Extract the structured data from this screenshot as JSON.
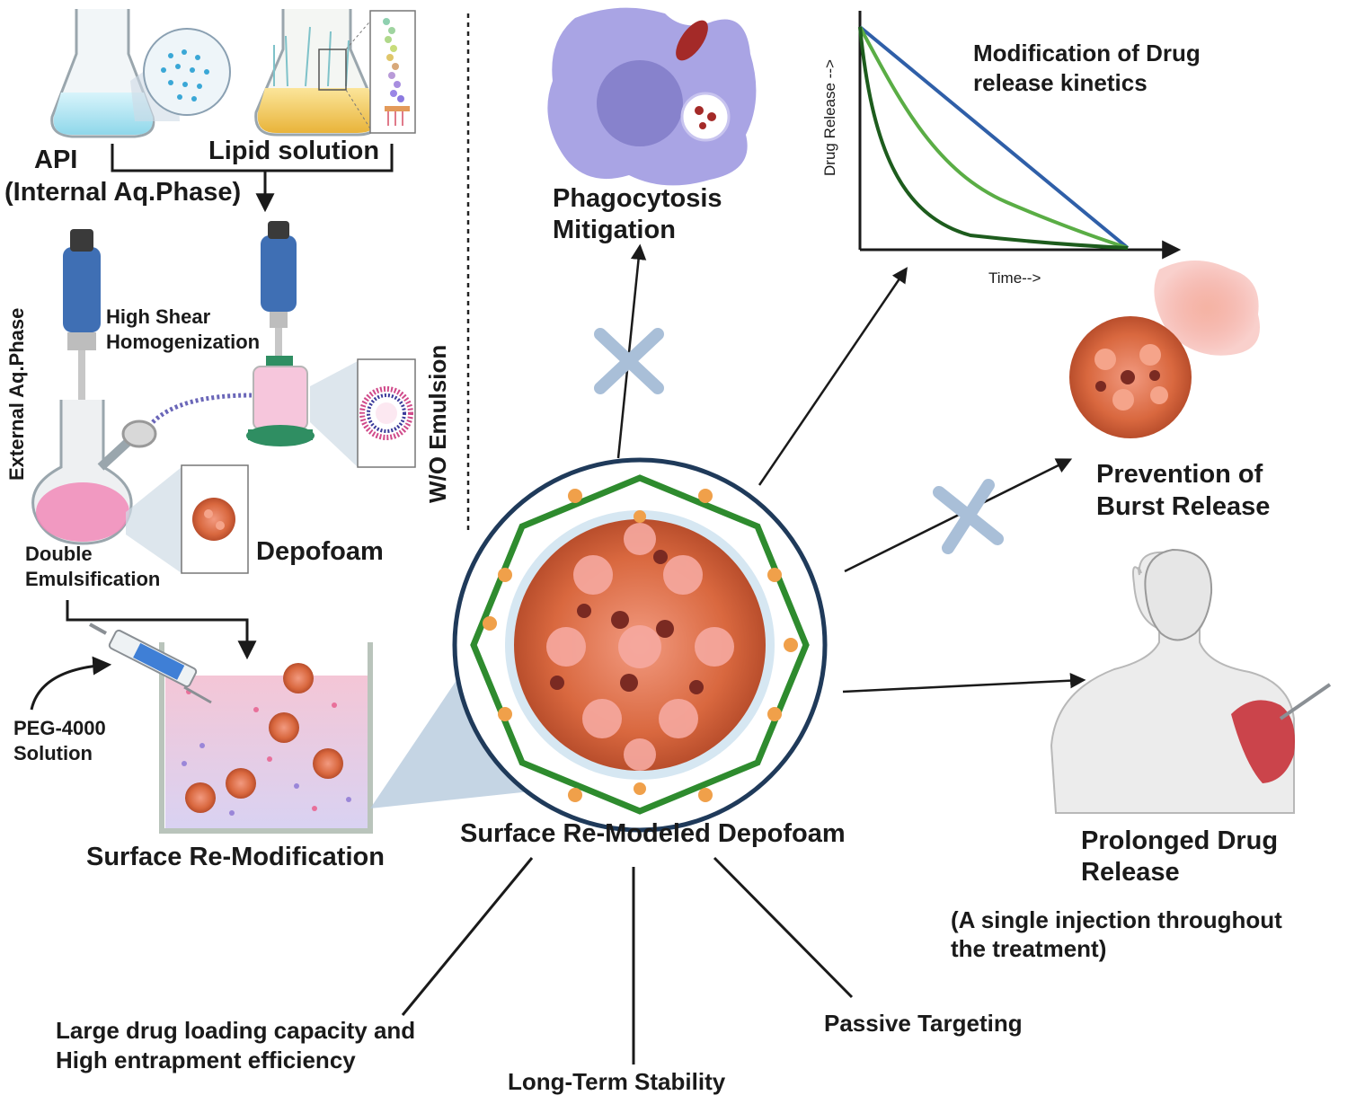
{
  "labels": {
    "api": "API",
    "internal_phase": "(Internal Aq.Phase)",
    "lipid_solution": "Lipid solution",
    "external_phase": "External Aq.Phase",
    "high_shear_line1": "High Shear",
    "high_shear_line2": "Homogenization",
    "wo_emulsion": "W/O Emulsion",
    "double_emulsification_line1": "Double",
    "double_emulsification_line2": "Emulsification",
    "depofoam": "Depofoam",
    "peg_line1": "PEG-4000",
    "peg_line2": "Solution",
    "surface_re_modification": "Surface Re-Modification",
    "surface_remodeled_depofoam": "Surface Re-Modeled Depofoam",
    "phagocytosis_line1": "Phagocytosis",
    "phagocytosis_line2": "Mitigation",
    "kinetics_line1": "Modification of Drug",
    "kinetics_line2": "release kinetics",
    "drug_release_axis": "Drug Release -->",
    "time_axis": "Time-->",
    "burst_line1": "Prevention of",
    "burst_line2": "Burst Release",
    "prolonged_line1": "Prolonged Drug",
    "prolonged_line2": "Release",
    "single_injection_line1": "(A single injection throughout",
    "single_injection_line2": "the treatment)",
    "loading_line1": "Large drug loading capacity and",
    "loading_line2": "High entrapment efficiency",
    "stability": "Long-Term Stability",
    "passive_targeting": "Passive Targeting"
  },
  "colors": {
    "blue_line": "#2f5fa8",
    "green_mid": "#5aad45",
    "green_dark": "#1d5c1d",
    "block_x": "#a9bfd8",
    "depofoam_orange": "#d9683f",
    "peg_green": "#2e8b2e",
    "peg_orange": "#f0a04a",
    "cell_purple": "#a9a4e4",
    "muscle_red": "#c8323a"
  },
  "icons": [
    "flask-icon",
    "lipid-flask-icon",
    "homogenizer-icon",
    "round-flask-icon",
    "liposome-icon",
    "beaker-icon",
    "syringe-icon",
    "macrophage-icon",
    "human-icon",
    "block-x-icon"
  ],
  "chart_data": {
    "type": "line",
    "title": "Modification of Drug release kinetics",
    "xlabel": "Time-->",
    "ylabel": "Drug Release -->",
    "series": [
      {
        "shape": "linear decline"
      },
      {
        "shape": "moderate exponential decline"
      },
      {
        "shape": "steep exponential decline"
      }
    ]
  }
}
